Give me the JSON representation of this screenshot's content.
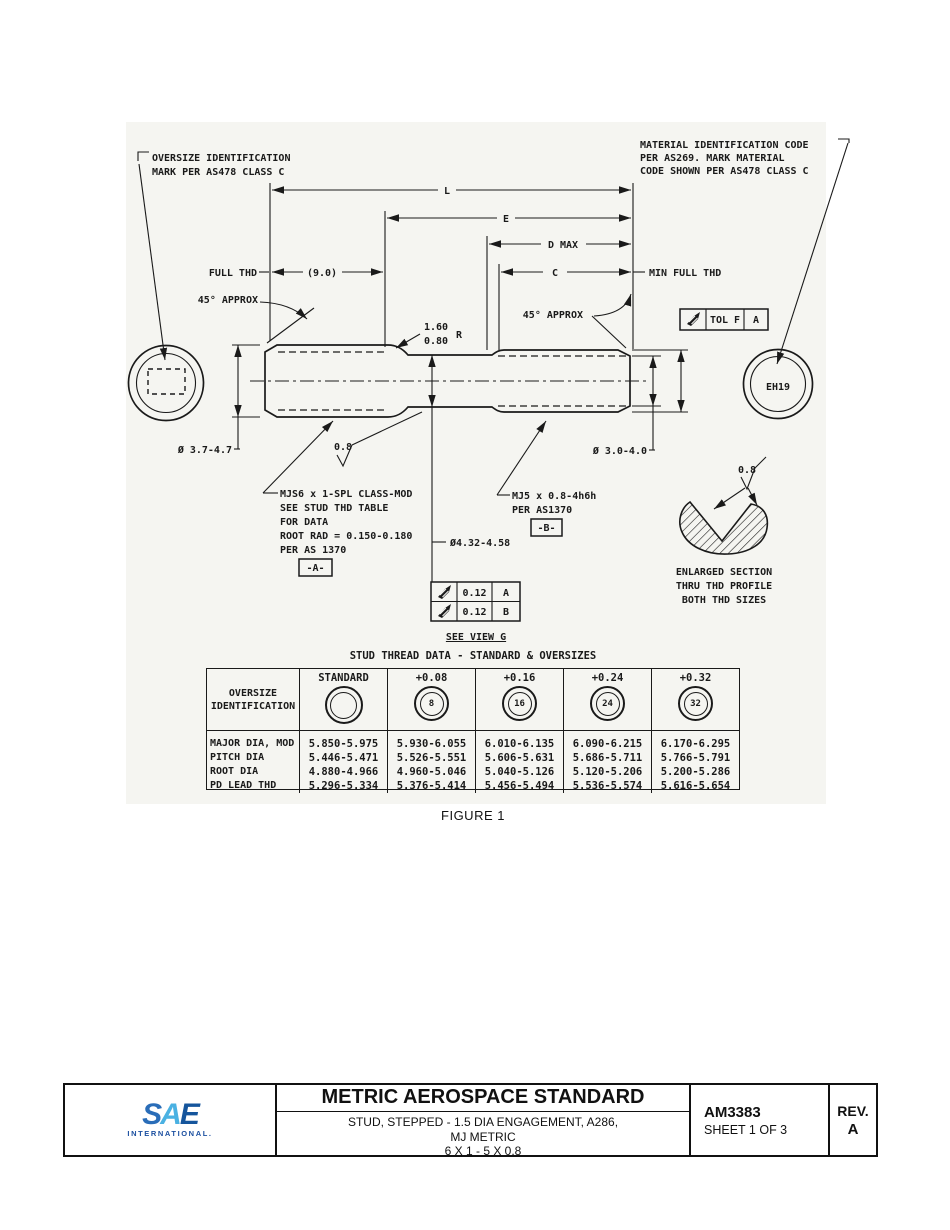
{
  "notes": {
    "oversize": [
      "OVERSIZE IDENTIFICATION",
      "MARK PER AS478 CLASS C"
    ],
    "material": [
      "MATERIAL IDENTIFICATION CODE",
      "PER AS269. MARK MATERIAL",
      "CODE SHOWN PER AS478 CLASS C"
    ]
  },
  "dims": {
    "L": "L",
    "E": "E",
    "d_max": "D MAX",
    "c": "C",
    "nine": "(9.0)",
    "full_thd": "FULL THD",
    "min_full_thd": "MIN FULL THD",
    "approx45": "45° APPROX"
  },
  "fillet": {
    "max": "1.60",
    "min": "0.80",
    "r": "R"
  },
  "dia": {
    "left_end": "Ø 3.7-4.7",
    "neck": "Ø4.32-4.58",
    "right_end": "Ø 3.0-4.0"
  },
  "finish": {
    "value": "0.8"
  },
  "callout_left": {
    "lines": [
      "MJS6 x 1-SPL CLASS-MOD",
      "SEE STUD THD TABLE",
      "FOR DATA",
      "ROOT RAD = 0.150-0.180",
      "PER AS 1370"
    ],
    "datum": "-A-"
  },
  "callout_right": {
    "lines": [
      "MJ5 x 0.8-4h6h",
      "PER AS1370"
    ],
    "datum": "-B-"
  },
  "tol_frame": {
    "label": "TOL F",
    "datum": "A"
  },
  "runout": [
    {
      "value": "0.12",
      "datum": "A"
    },
    {
      "value": "0.12",
      "datum": "B"
    }
  ],
  "end_view": {
    "code": "EH19"
  },
  "see_view": "SEE VIEW G",
  "enlarged": [
    "ENLARGED SECTION",
    "THRU THD PROFILE",
    "BOTH THD SIZES"
  ],
  "table": {
    "title": "STUD THREAD DATA - STANDARD & OVERSIZES",
    "header": [
      "OVERSIZE",
      "IDENTIFICATION"
    ],
    "columns": [
      {
        "label": "STANDARD",
        "mark": ""
      },
      {
        "label": "+0.08",
        "mark": "8"
      },
      {
        "label": "+0.16",
        "mark": "16"
      },
      {
        "label": "+0.24",
        "mark": "24"
      },
      {
        "label": "+0.32",
        "mark": "32"
      }
    ],
    "rows": [
      {
        "label": "MAJOR DIA, MOD",
        "values": [
          "5.850-5.975",
          "5.930-6.055",
          "6.010-6.135",
          "6.090-6.215",
          "6.170-6.295"
        ]
      },
      {
        "label": "PITCH DIA",
        "values": [
          "5.446-5.471",
          "5.526-5.551",
          "5.606-5.631",
          "5.686-5.711",
          "5.766-5.791"
        ]
      },
      {
        "label": "ROOT DIA",
        "values": [
          "4.880-4.966",
          "4.960-5.046",
          "5.040-5.126",
          "5.120-5.206",
          "5.200-5.286"
        ]
      },
      {
        "label": "PD LEAD THD",
        "values": [
          "5.296-5.334",
          "5.376-5.414",
          "5.456-5.494",
          "5.536-5.574",
          "5.616-5.654"
        ]
      }
    ]
  },
  "figure_caption": "FIGURE 1",
  "footer": {
    "logo_letters": [
      "S",
      "A",
      "E"
    ],
    "logo_sub": "INTERNATIONAL.",
    "title": "METRIC AEROSPACE STANDARD",
    "subtitle": [
      "STUD, STEPPED - 1.5 DIA ENGAGEMENT, A286,",
      "MJ METRIC",
      "6 X 1 - 5 X 0.8"
    ],
    "doc_number": "AM3383",
    "sheet": "SHEET 1 OF 3",
    "rev_label": "REV.",
    "rev": "A"
  },
  "colors": {
    "line": "#1a1a1a",
    "logo_dark": "#15559c",
    "logo_light": "#4ab1e2"
  }
}
